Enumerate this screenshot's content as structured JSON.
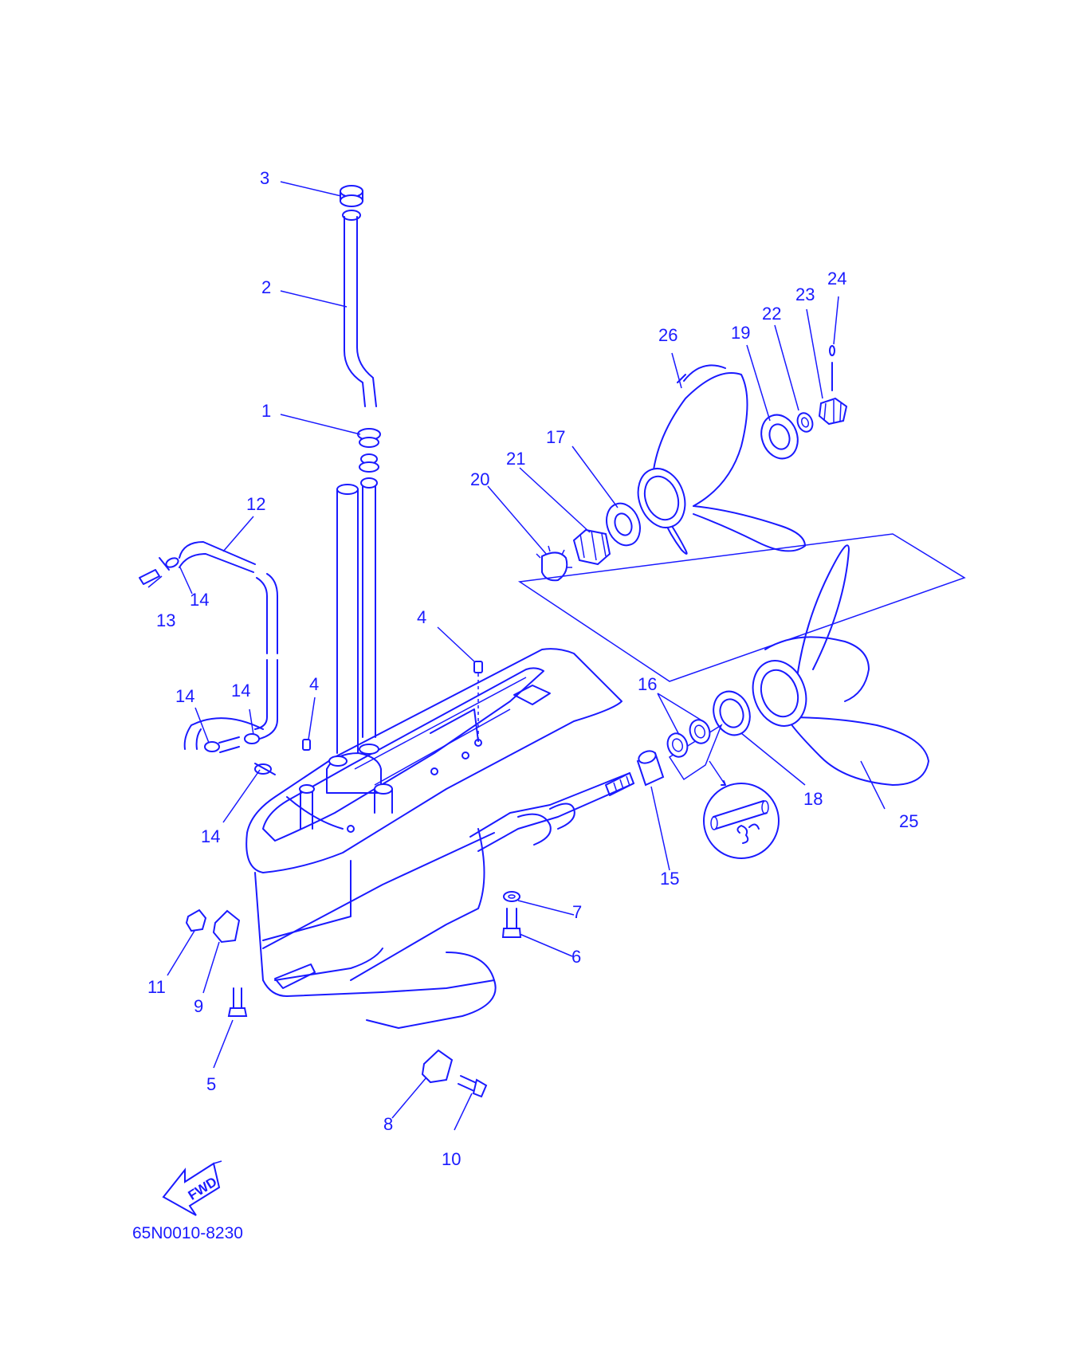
{
  "diagram": {
    "part_code": "65N0010-8230",
    "fwd_label": "FWD",
    "callouts": [
      "1",
      "2",
      "3",
      "4",
      "4",
      "5",
      "6",
      "7",
      "8",
      "9",
      "10",
      "11",
      "12",
      "13",
      "14",
      "14",
      "14",
      "14",
      "15",
      "16",
      "17",
      "18",
      "19",
      "20",
      "21",
      "22",
      "23",
      "24",
      "25",
      "26"
    ],
    "colors": {
      "line": "#1a1aff",
      "background": "#ffffff"
    }
  }
}
